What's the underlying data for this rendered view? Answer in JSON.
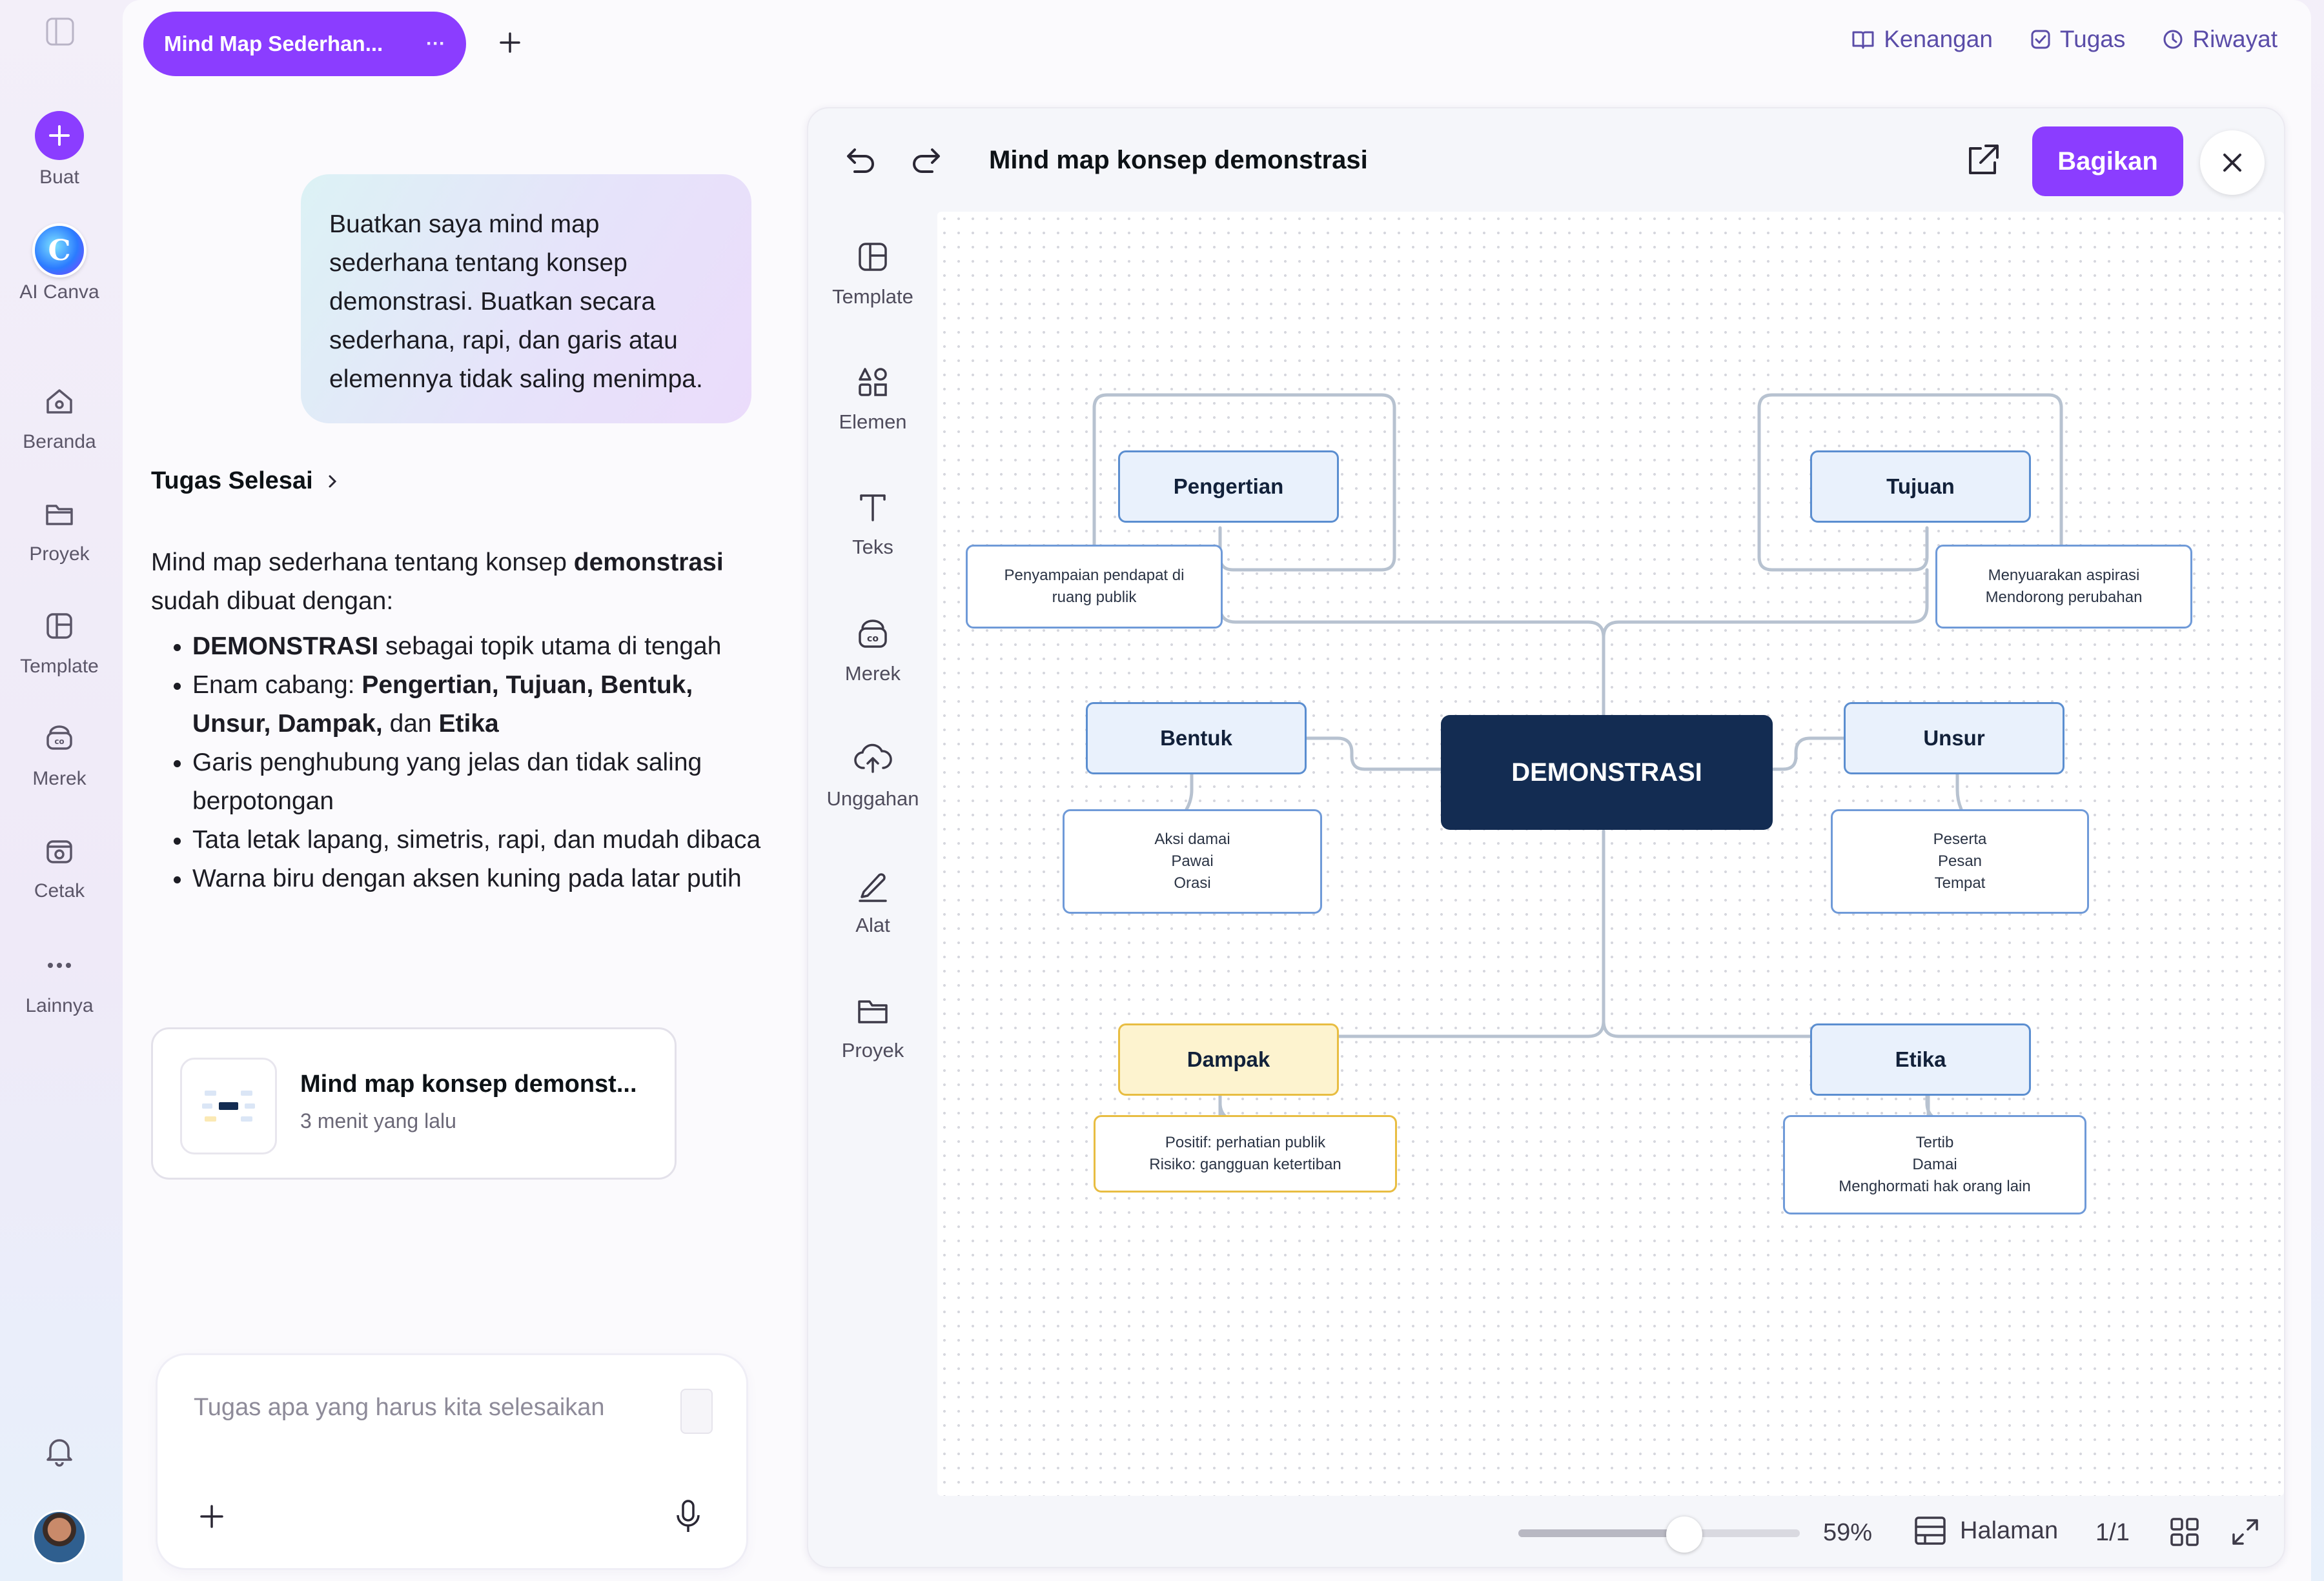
{
  "rail": {
    "create_label": "Buat",
    "ai_label": "AI Canva",
    "items": [
      {
        "label": "Beranda",
        "icon": "home-icon"
      },
      {
        "label": "Proyek",
        "icon": "folder-icon"
      },
      {
        "label": "Template",
        "icon": "template-icon"
      },
      {
        "label": "Merek",
        "icon": "brand-icon"
      },
      {
        "label": "Cetak",
        "icon": "print-icon"
      },
      {
        "label": "Lainnya",
        "icon": "more-icon"
      }
    ]
  },
  "header": {
    "tab_title": "Mind Map Sederhan...",
    "tab_menu": "···",
    "links": {
      "memories": "Kenangan",
      "tasks": "Tugas",
      "history": "Riwayat"
    }
  },
  "chat": {
    "user_message": "Buatkan saya mind map sederhana tentang konsep demonstrasi. Buatkan secara sederhana, rapi, dan garis atau elemennya tidak saling menimpa.",
    "task_status": "Tugas Selesai",
    "answer_intro_1": "Mind map sederhana tentang konsep ",
    "answer_intro_bold": "demonstrasi",
    "answer_intro_2": " sudah dibuat dengan:",
    "bullets": {
      "b1_bold": "DEMONSTRASI",
      "b1_rest": " sebagai topik utama di tengah",
      "b2_start": "Enam cabang: ",
      "b2_bold1": "Pengertian, Tujuan, Bentuk, Unsur, Dampak,",
      "b2_mid": " dan ",
      "b2_bold2": "Etika",
      "b3": "Garis penghubung yang jelas dan tidak saling berpotongan",
      "b4": "Tata letak lapang, simetris, rapi, dan mudah dibaca",
      "b5": "Warna biru dengan aksen kuning pada latar putih"
    },
    "result_card": {
      "title": "Mind map konsep demonst...",
      "time": "3 menit yang lalu"
    },
    "input_placeholder": "Tugas apa yang harus kita selesaikan"
  },
  "preview": {
    "title": "Mind map konsep demonstrasi",
    "share_label": "Bagikan",
    "tools": [
      {
        "label": "Template",
        "icon": "template-icon"
      },
      {
        "label": "Elemen",
        "icon": "elements-icon"
      },
      {
        "label": "Teks",
        "icon": "text-icon"
      },
      {
        "label": "Merek",
        "icon": "brand-icon"
      },
      {
        "label": "Unggahan",
        "icon": "upload-icon"
      },
      {
        "label": "Alat",
        "icon": "draw-icon"
      },
      {
        "label": "Proyek",
        "icon": "folder-icon"
      }
    ],
    "footer": {
      "zoom_level": 0.59,
      "zoom": "59%",
      "pages_label": "Halaman",
      "page_count": "1/1"
    }
  },
  "mindmap": {
    "center": "DEMONSTRASI",
    "branches": {
      "pengertian": {
        "label": "Pengertian",
        "detail": "Penyampaian pendapat di\nruang publik"
      },
      "tujuan": {
        "label": "Tujuan",
        "detail": "Menyuarakan aspirasi\nMendorong perubahan"
      },
      "bentuk": {
        "label": "Bentuk",
        "detail": "Aksi damai\nPawai\nOrasi"
      },
      "unsur": {
        "label": "Unsur",
        "detail": "Peserta\nPesan\nTempat"
      },
      "dampak": {
        "label": "Dampak",
        "detail": "Positif: perhatian publik\nRisiko: gangguan ketertiban"
      },
      "etika": {
        "label": "Etika",
        "detail": "Tertib\nDamai\nMenghormati hak orang lain"
      }
    },
    "colors": {
      "main": "#132c52",
      "branch_fill": "#e9f1fc",
      "branch_border": "#5b8ed0",
      "accent_fill": "#fdf3cf",
      "accent_border": "#e8bd42",
      "line": "#b7c2d0"
    }
  },
  "theme": {
    "accent": "#8b3dff"
  }
}
